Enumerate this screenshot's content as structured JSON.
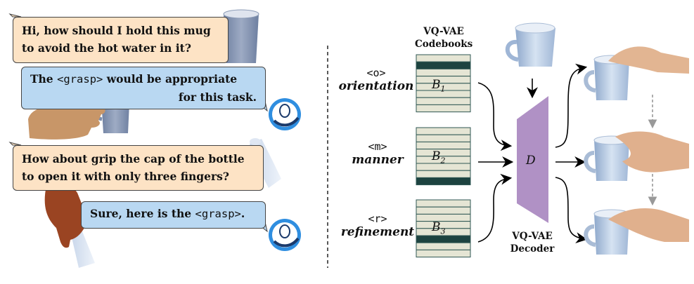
{
  "chat": {
    "messages": [
      {
        "role": "user",
        "text": "Hi, how should I hold this mug to avoid the hot water in it?",
        "line1": "Hi, how should I hold this mug",
        "line2": "to avoid the hot water in it?"
      },
      {
        "role": "assistant",
        "pre": "The ",
        "token": "<grasp>",
        "post": " would be appropriate",
        "line2": "for this task."
      },
      {
        "role": "user",
        "line1": "How about grip the cap of the bottle",
        "line2": "to open it with only three fingers?"
      },
      {
        "role": "assistant",
        "pre": "Sure, here is the ",
        "token": "<grasp>",
        "post": "."
      }
    ]
  },
  "codebooks": {
    "title_line1": "VQ-VAE",
    "title_line2": "Codebooks",
    "items": [
      {
        "token": "<o>",
        "name": "orientation",
        "symbol": "B",
        "sub": "1",
        "selected_row": 2
      },
      {
        "token": "<m>",
        "name": "manner",
        "symbol": "B",
        "sub": "2",
        "selected_row": 8
      },
      {
        "token": "<r>",
        "name": "refinement",
        "symbol": "B",
        "sub": "3",
        "selected_row": 6
      }
    ]
  },
  "decoder": {
    "symbol": "D",
    "label_line1": "VQ-VAE",
    "label_line2": "Decoder"
  },
  "colors": {
    "user_bubble": "#fde3c5",
    "assistant_bubble": "#b9d8f2",
    "codebook_row": "#e5e5d4",
    "codebook_selected": "#1d4340",
    "decoder": "#b091c5",
    "mug": "#b8cde6"
  }
}
